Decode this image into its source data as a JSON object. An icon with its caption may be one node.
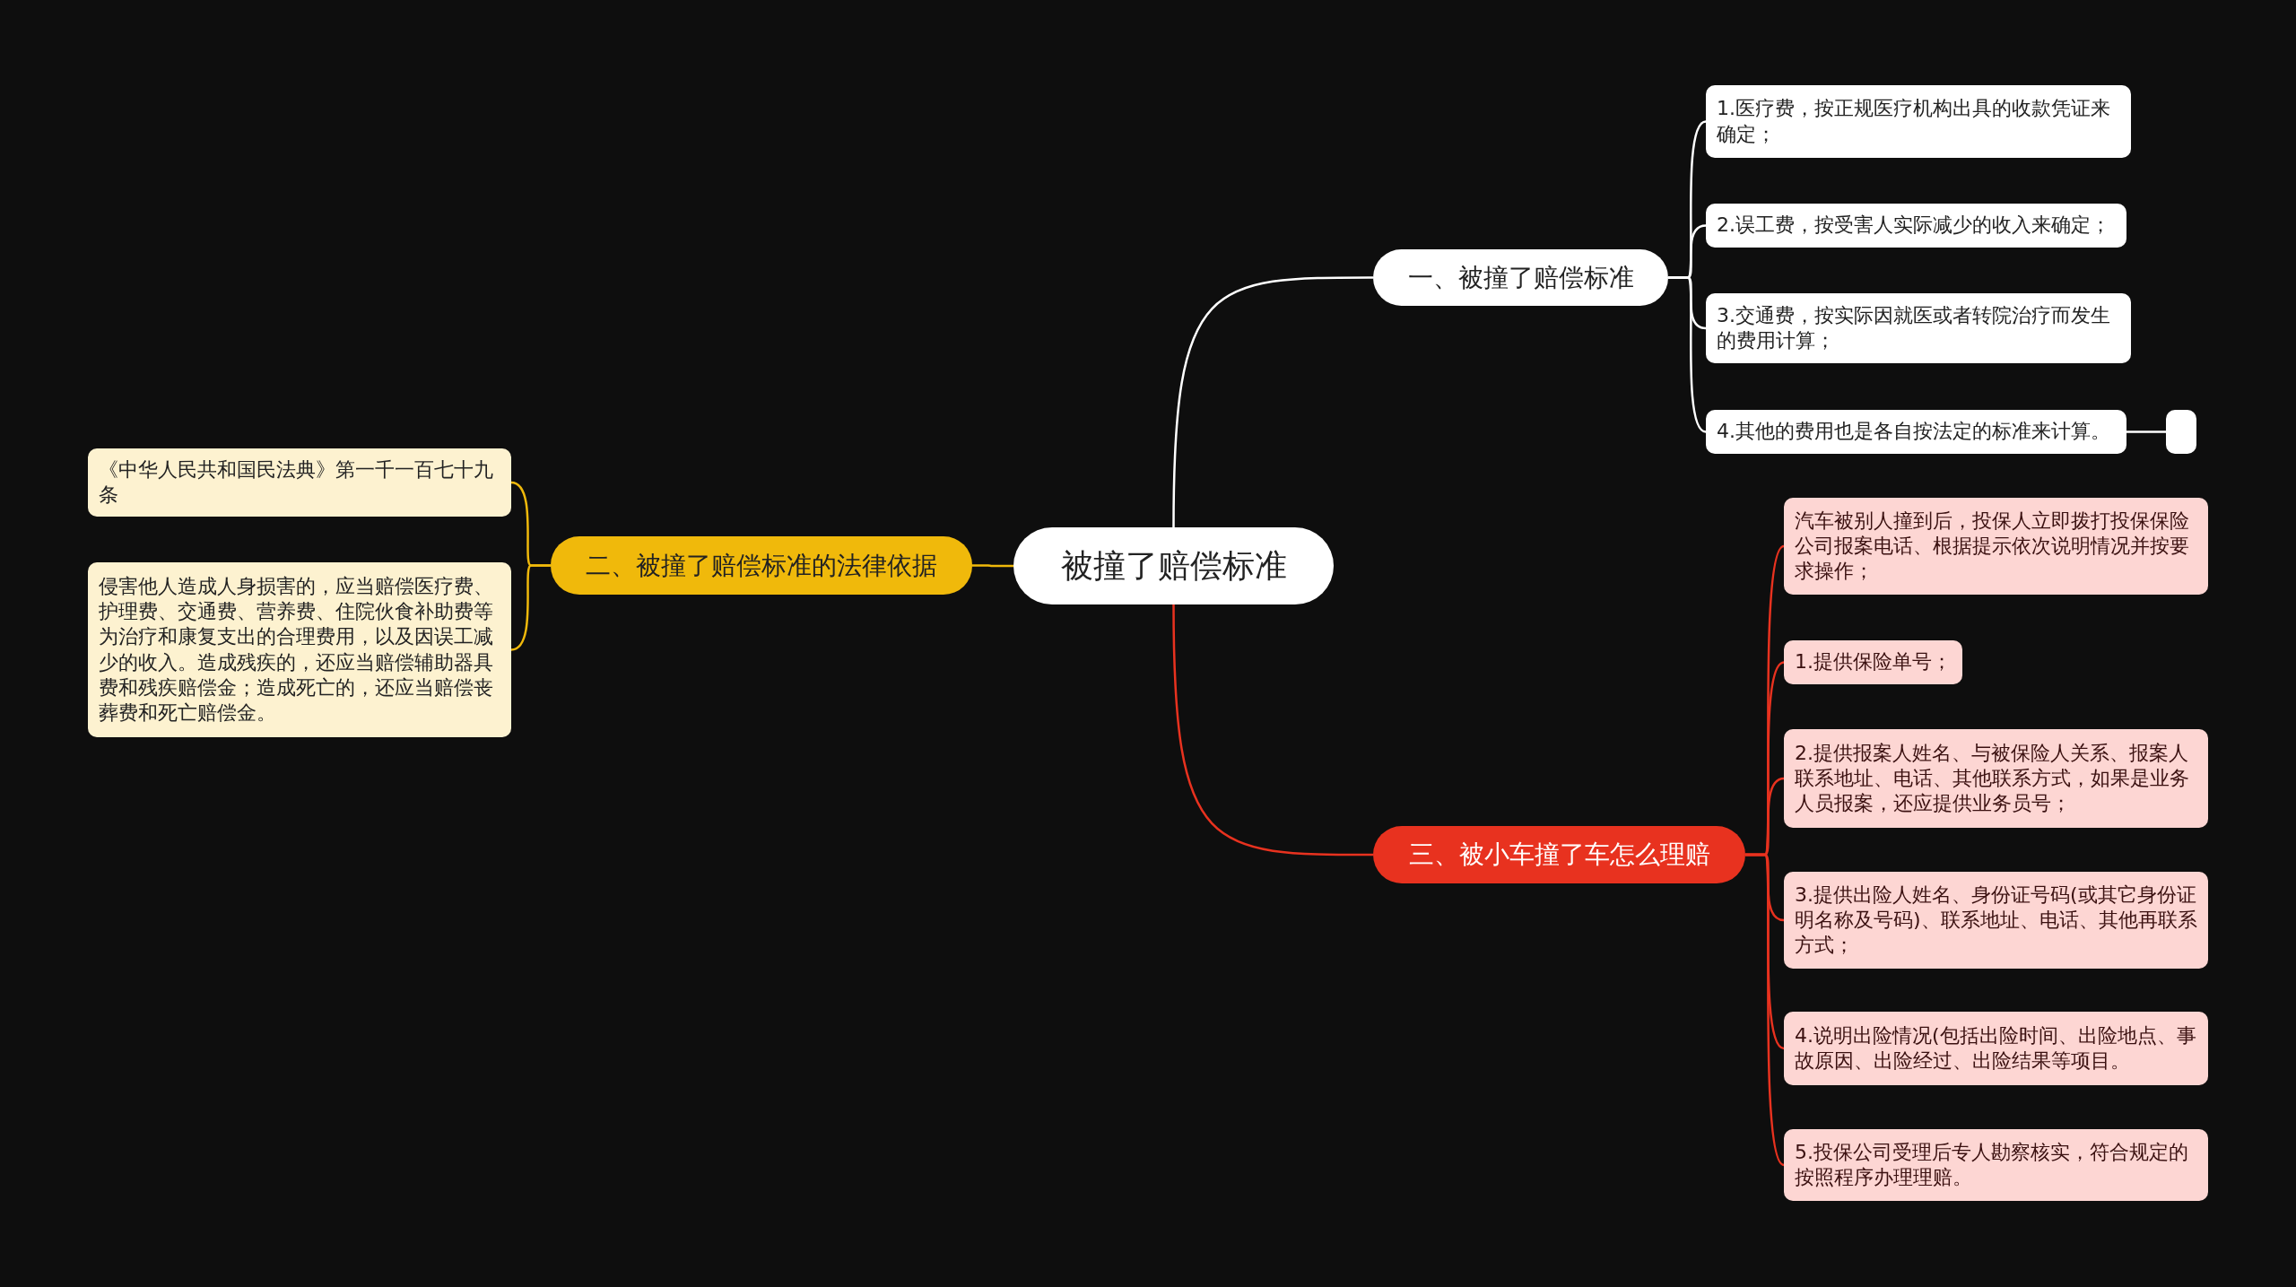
{
  "diagram": {
    "nodes": [
      {
        "text": [
          "被撞了赔偿标准"
        ]
      },
      {
        "text": [
          "一、被撞了赔偿标准"
        ]
      },
      {
        "text": [
          "1.医疗费，按正规医疗机构出具的收款凭证来确定；"
        ]
      },
      {
        "text": [
          "2.误工费，按受害人实际减少的收入来确定；"
        ]
      },
      {
        "text": [
          "3.交通费，按实际因就医或者转院治疗而发生的费用计算；"
        ]
      },
      {
        "text": [
          "4.其他的费用也是各自按法定的标准来计算。"
        ]
      },
      {
        "text": [],
        "shape": "box"
      },
      {
        "text": [
          "二、被撞了赔偿标准的法律依据"
        ]
      },
      {
        "text": [
          "《中华人民共和国民法典》第一千一百七十九条"
        ]
      },
      {
        "text": [
          "侵害他人造成人身损害的，应当赔偿医疗费、护理费、交通费、营养费、住院伙食补助费等为治疗和康复支出的合理费用，以及因误工减少的收入。造成残疾的，还应当赔偿辅助器具费和残疾赔偿金；造成死亡的，还应当赔偿丧葬费和死亡赔偿金。"
        ]
      },
      {
        "text": [
          "三、被小车撞了车怎么理赔"
        ]
      },
      {
        "text": [
          "汽车被别人撞到后，投保人立即拨打投保保险公司报案电话、根据提示依次说明情况并按要求操作；"
        ]
      },
      {
        "text": [
          "1.提供保险单号；"
        ]
      },
      {
        "text": [
          "2.提供报案人姓名、与被保险人关系、报案人联系地址、电话、其他联系方式，如果是业务人员报案，还应提供业务员号；"
        ]
      },
      {
        "text": [
          "3.提供出险人姓名、身份证号码(或其它身份证明名称及号码)、联系地址、电话、其他再联系方式；"
        ]
      },
      {
        "text": [
          "4.说明出险情况(包括出险时间、出险地点、事故原因、出险经过、出险结果等项目。"
        ]
      },
      {
        "text": [
          "5.投保公司受理后专人勘察核实，符合规定的按照程序办理理赔。"
        ]
      }
    ],
    "edges": [
      {
        "from": 0,
        "to": 1,
        "arrow": "none",
        "color": "#ffffff"
      },
      {
        "from": 1,
        "to": 2,
        "arrow": "none",
        "color": "#ffffff"
      },
      {
        "from": 1,
        "to": 3,
        "arrow": "none",
        "color": "#ffffff"
      },
      {
        "from": 1,
        "to": 4,
        "arrow": "none",
        "color": "#ffffff"
      },
      {
        "from": 1,
        "to": 5,
        "arrow": "none",
        "color": "#ffffff"
      },
      {
        "from": 5,
        "to": 6,
        "arrow": "none",
        "color": "#ffffff"
      },
      {
        "from": 0,
        "to": 7,
        "arrow": "none",
        "color": "#f0b90b"
      },
      {
        "from": 7,
        "to": 8,
        "arrow": "none",
        "color": "#f0b90b"
      },
      {
        "from": 7,
        "to": 9,
        "arrow": "none",
        "color": "#f0b90b"
      },
      {
        "from": 0,
        "to": 10,
        "arrow": "none",
        "color": "#e8321f"
      },
      {
        "from": 10,
        "to": 11,
        "arrow": "none",
        "color": "#e8321f"
      },
      {
        "from": 10,
        "to": 12,
        "arrow": "none",
        "color": "#e8321f"
      },
      {
        "from": 10,
        "to": 13,
        "arrow": "none",
        "color": "#e8321f"
      },
      {
        "from": 10,
        "to": 14,
        "arrow": "none",
        "color": "#e8321f"
      },
      {
        "from": 10,
        "to": 15,
        "arrow": "none",
        "color": "#e8321f"
      },
      {
        "from": 10,
        "to": 16,
        "arrow": "none",
        "color": "#e8321f"
      }
    ]
  }
}
